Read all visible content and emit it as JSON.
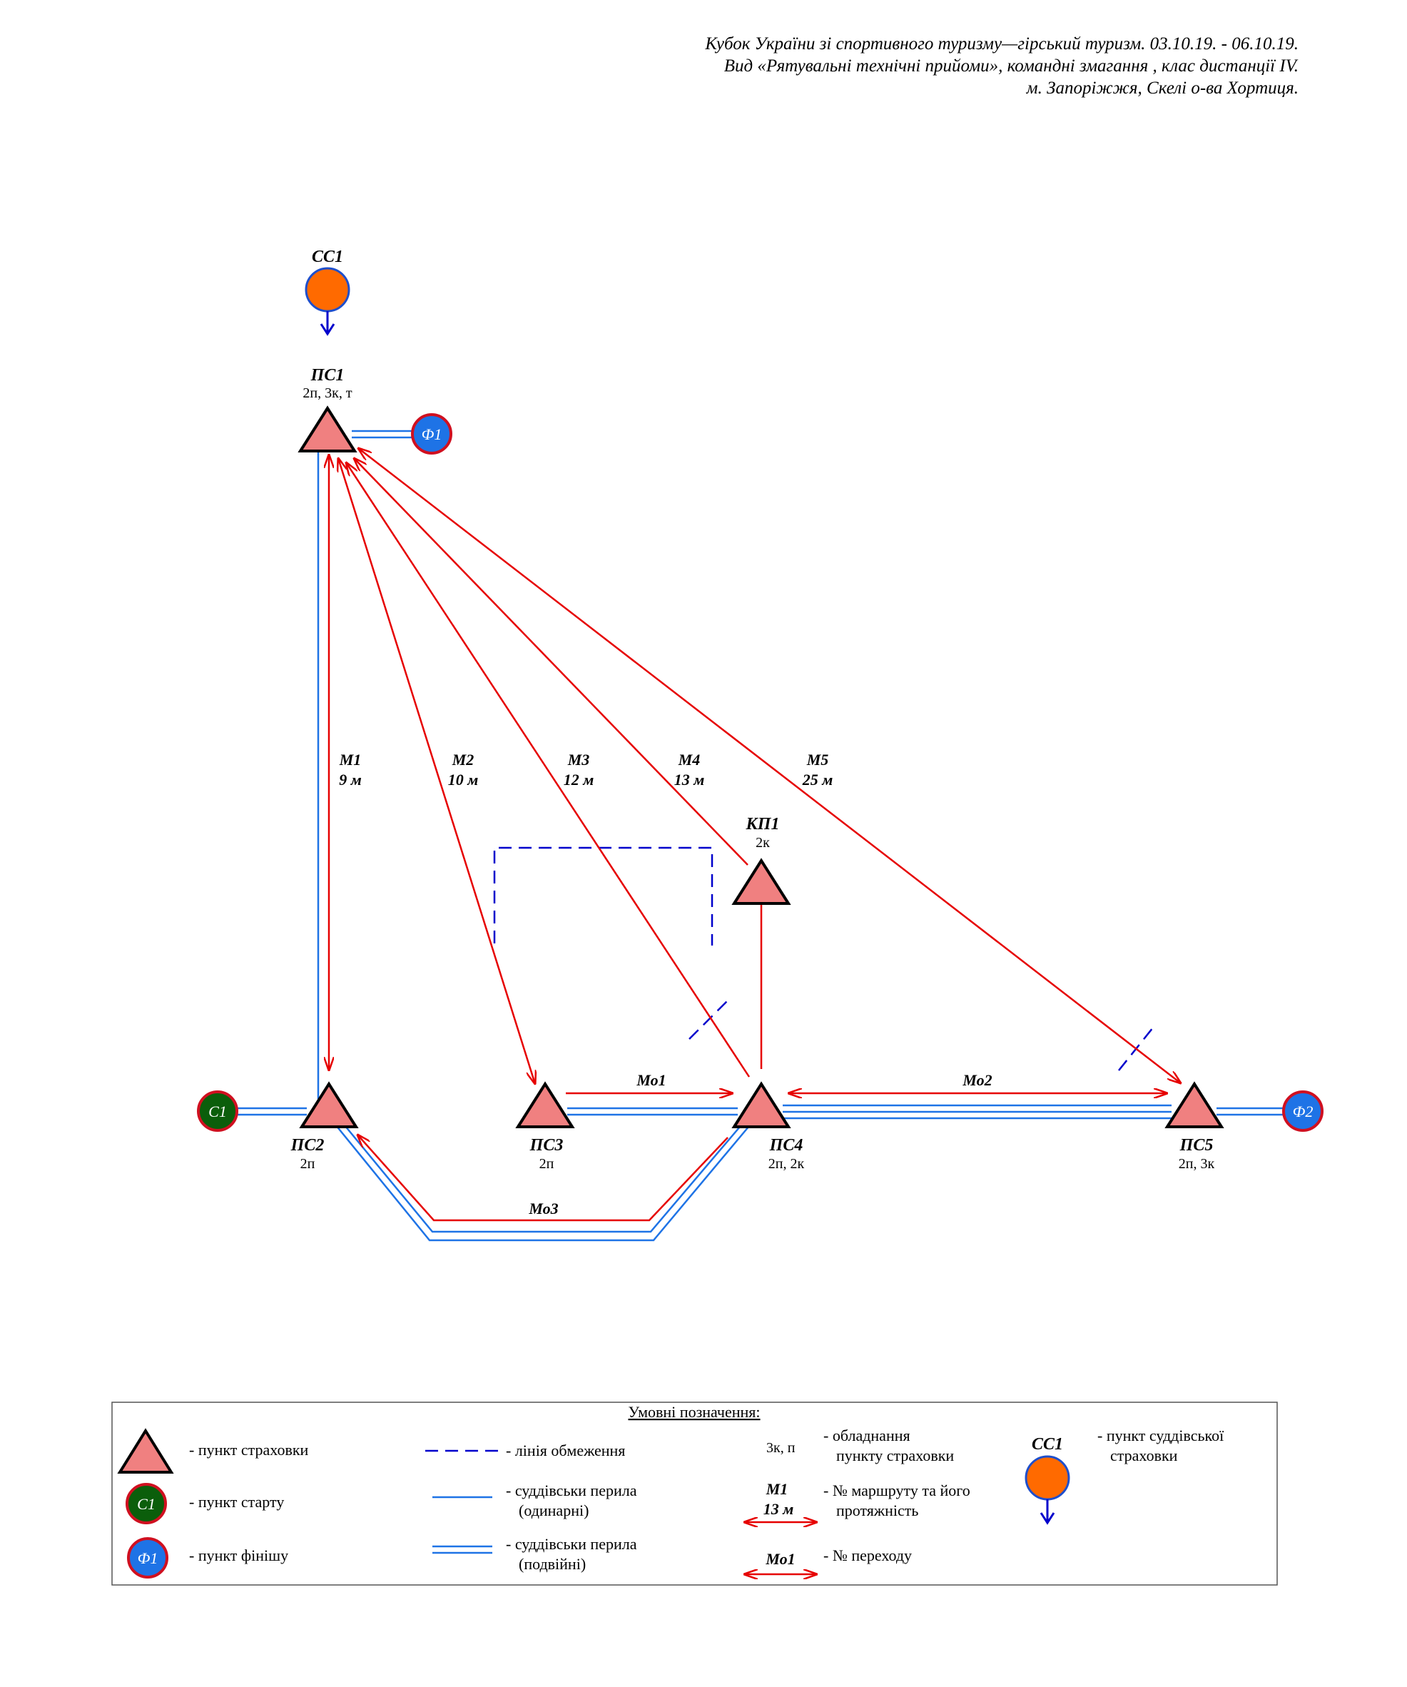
{
  "header": {
    "line1": "Кубок України зі спортивного туризму—гірський туризм. 03.10.19. - 06.10.19.",
    "line2": "Вид «Рятувальні технічні прийоми», командні змагання , клас дистанції IV.",
    "line3": "м. Запоріжжя, Скелі о-ва Хортиця."
  },
  "colors": {
    "triangle_fill": "#f08080",
    "start_circle": "#0b5e0b",
    "finish_circle": "#1e73e6",
    "judge_circle": "#ff6a00",
    "route_red": "#e60000",
    "rail_blue": "#1e73e6",
    "limit_blue": "#0000cc"
  },
  "points": {
    "ps1": {
      "name": "ПС1",
      "equip": "2п, 3к, т"
    },
    "ps2": {
      "name": "ПС2",
      "equip": "2п"
    },
    "ps3": {
      "name": "ПС3",
      "equip": "2п"
    },
    "ps4": {
      "name": "ПС4",
      "equip": "2п, 2к"
    },
    "ps5": {
      "name": "ПС5",
      "equip": "2п, 3к"
    },
    "kp1": {
      "name": "КП1",
      "equip": "2к"
    },
    "cc1": {
      "name": "СС1"
    },
    "c1": {
      "name": "С1"
    },
    "f1": {
      "name": "Ф1"
    },
    "f2": {
      "name": "Ф2"
    }
  },
  "routes": {
    "m1": {
      "name": "М1",
      "length": "9 м"
    },
    "m2": {
      "name": "М2",
      "length": "10 м"
    },
    "m3": {
      "name": "М3",
      "length": "12 м"
    },
    "m4": {
      "name": "М4",
      "length": "13 м"
    },
    "m5": {
      "name": "М5",
      "length": "25 м"
    }
  },
  "crossings": {
    "mo1": "Мо1",
    "mo2": "Мо2",
    "mo3": "Мо3"
  },
  "legend": {
    "title": "Умовні позначення:",
    "belay_point": "- пункт страховки",
    "start_point": "- пункт старту",
    "finish_point": "- пункт фінішу",
    "limit_line": "- лінія обмеження",
    "rail_single_1": "- суддівськи перила",
    "rail_single_2": "(одинарні)",
    "rail_double_1": "- суддівськи перила",
    "rail_double_2": "(подвійні)",
    "equip_sample": "3к, п",
    "equip_text_1": "- обладнання",
    "equip_text_2": "пункту страховки",
    "route_sample_name": "М1",
    "route_sample_len": "13 м",
    "route_text_1": "- № маршруту та його",
    "route_text_2": "протяжність",
    "crossing_sample": "Мо1",
    "crossing_text": "- № переходу",
    "judge_sample": "СС1",
    "judge_text_1": "- пункт суддівської",
    "judge_text_2": "страховки",
    "start_sample": "С1",
    "finish_sample": "Ф1"
  }
}
